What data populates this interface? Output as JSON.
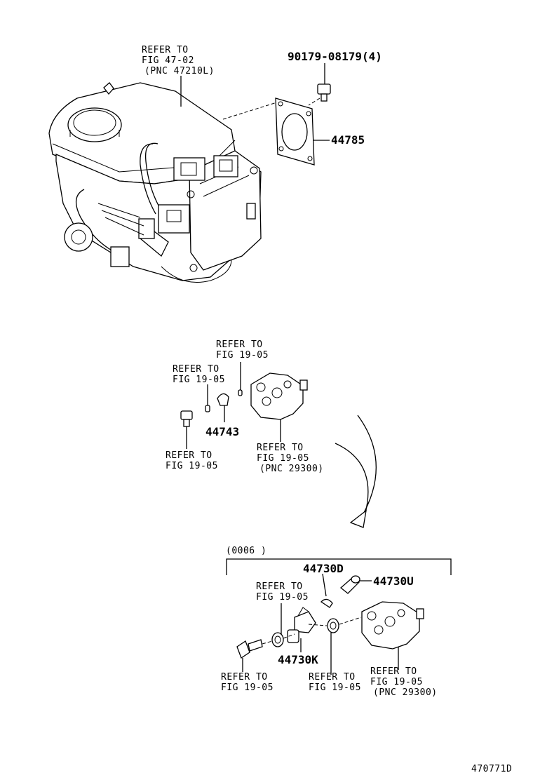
{
  "callouts": {
    "top_ref_line1": "REFER TO",
    "top_ref_line2": "FIG 47-02",
    "top_ref_line3": "(PNC 47210L)",
    "bolt_part": "90179-08179(4)",
    "gasket_part": "44785",
    "mid_ref_a_line1": "REFER TO",
    "mid_ref_a_line2": "FIG 19-05",
    "mid_ref_b_line1": "REFER TO",
    "mid_ref_b_line2": "FIG 19-05",
    "sensor_part": "44743",
    "mid_ref_c_line1": "REFER TO",
    "mid_ref_c_line2": "FIG 19-05",
    "mid_ref_d_line1": "REFER TO",
    "mid_ref_d_line2": "FIG 19-05",
    "mid_ref_d_line3": "(PNC 29300)",
    "kit_range": "(0006        )",
    "kit_part": "44730D",
    "cap_part": "44730U",
    "low_ref_a_line1": "REFER TO",
    "low_ref_a_line2": "FIG 19-05",
    "oring_part": "44730K",
    "low_ref_b_line1": "REFER TO",
    "low_ref_b_line2": "FIG 19-05",
    "low_ref_c_line1": "REFER TO",
    "low_ref_c_line2": "FIG 19-05",
    "low_ref_d_line1": "REFER TO",
    "low_ref_d_line2": "FIG 19-05",
    "low_ref_d_line3": "(PNC 29300)",
    "figure_id": "470771D"
  }
}
